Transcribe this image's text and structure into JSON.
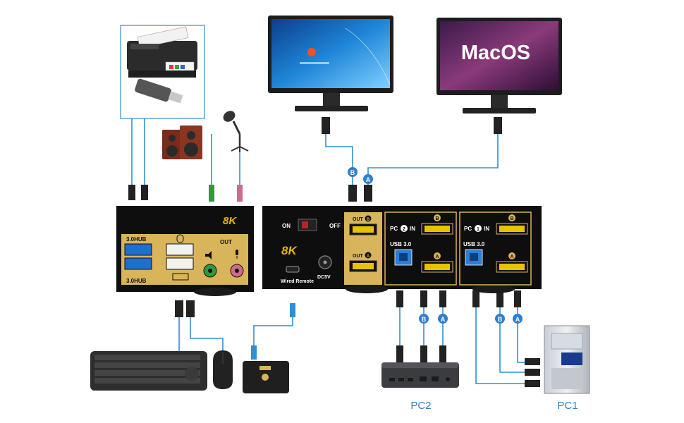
{
  "monitor_right": {
    "os_text": "MacOS"
  },
  "left_unit": {
    "badge": "8K",
    "hub_top": "3.0HUB",
    "hub_bottom": "3.0HUB",
    "out_label": "OUT"
  },
  "main_unit": {
    "on_label": "ON",
    "off_label": "OFF",
    "badge": "8K",
    "wired_remote": "Wired Remote",
    "dc_label": "DC5V",
    "out_b": "OUT",
    "out_b_letter": "B",
    "out_a": "OUT",
    "out_a_letter": "A",
    "pc2_in_prefix": "PC",
    "pc2_in_num": "2",
    "pc2_in_suffix": "IN",
    "pc1_in_prefix": "PC",
    "pc1_in_num": "1",
    "pc1_in_suffix": "IN",
    "usb3_pc2": "USB 3.0",
    "usb3_pc1": "USB 3.0",
    "port_b": "B",
    "port_a": "A"
  },
  "connector_badges": {
    "top_b": "B",
    "top_a": "A",
    "pc2_b": "B",
    "pc2_a": "A",
    "pc1_b": "B",
    "pc1_a": "A"
  },
  "pc_labels": {
    "pc2": "PC2",
    "pc1": "PC1"
  },
  "colors": {
    "wire_blue": "#2e8fd6",
    "gold": "#e8b400",
    "panel_gold": "#d8b45a",
    "label_blue": "#2e7fd0",
    "usb_blue": "#2a7fd4"
  }
}
